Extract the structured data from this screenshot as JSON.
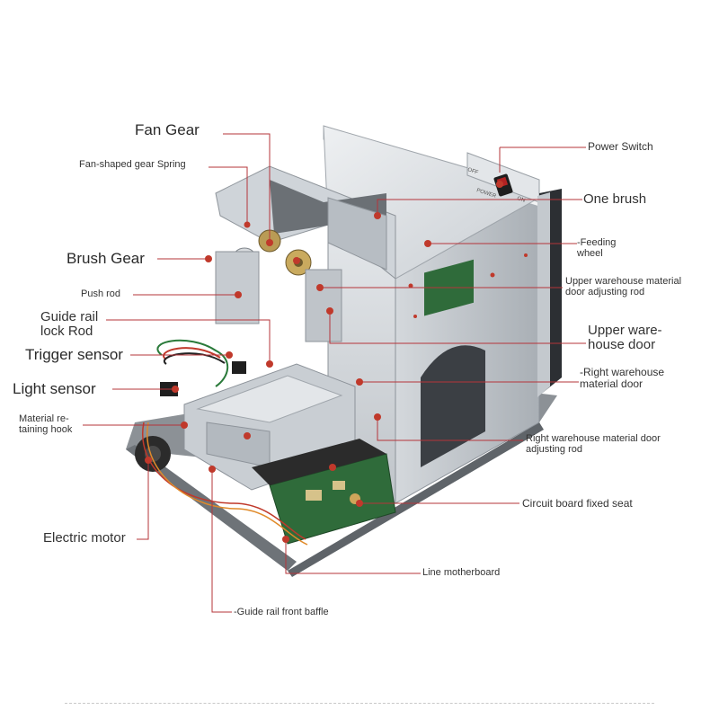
{
  "colors": {
    "leader": "#b5343a",
    "dot": "#c0392b",
    "chassis": "#d9dde1",
    "chassis_dark": "#9aa1a8",
    "circuit": "#2f6b3a",
    "motor": "#2b2b2b"
  },
  "labels": {
    "fan_gear": "Fan Gear",
    "fan_gear_spring": "Fan-shaped gear Spring",
    "brush_gear": "Brush Gear",
    "push_rod": "Push rod",
    "guide_rail_lock_rod": "Guide rail\nlock Rod",
    "trigger_sensor": "Trigger sensor",
    "light_sensor": "Light sensor",
    "material_retaining_hook": "Material re-\ntaining hook",
    "electric_motor": "Electric motor",
    "guide_rail_front_baffle": "-Guide rail front baffle",
    "power_switch": "Power Switch",
    "one_brush": "One brush",
    "feeding_wheel": "-Feeding\nwheel",
    "upper_door_adjusting_rod": "Upper warehouse material\ndoor adjusting rod",
    "upper_warehouse_door": "Upper ware-\nhouse door",
    "right_warehouse_door": "-Right warehouse\nmaterial door",
    "right_door_adjusting_rod": "Right warehouse material door\nadjusting rod",
    "circuit_board_seat": "Circuit board fixed seat",
    "line_motherboard": "Line motherboard"
  },
  "device_text": {
    "switch_off": "OFF",
    "switch_power": "POWER",
    "switch_on": "ON"
  }
}
